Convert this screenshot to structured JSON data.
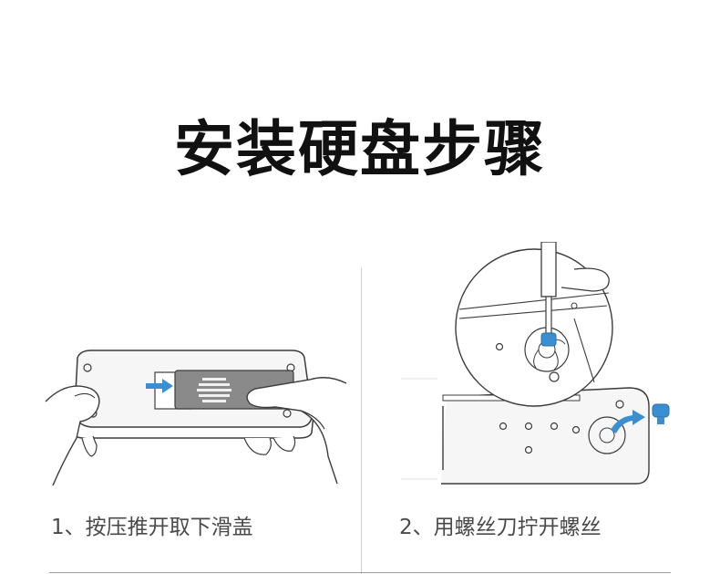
{
  "page": {
    "title": "安装硬盘步骤"
  },
  "steps": [
    {
      "caption": "1、按压推开取下滑盖",
      "illustration": "slide-cover-removal",
      "arrow_color": "#3a8fd0"
    },
    {
      "caption": "2、用螺丝刀拧开螺丝",
      "illustration": "screwdriver-unscrew",
      "arrow_color": "#3a8fd0"
    }
  ],
  "colors": {
    "title": "#111111",
    "caption": "#4a4a4a",
    "accent": "#3a8fd0",
    "line_art": "#3c3c3c",
    "device_fill": "#f4f4f4"
  }
}
